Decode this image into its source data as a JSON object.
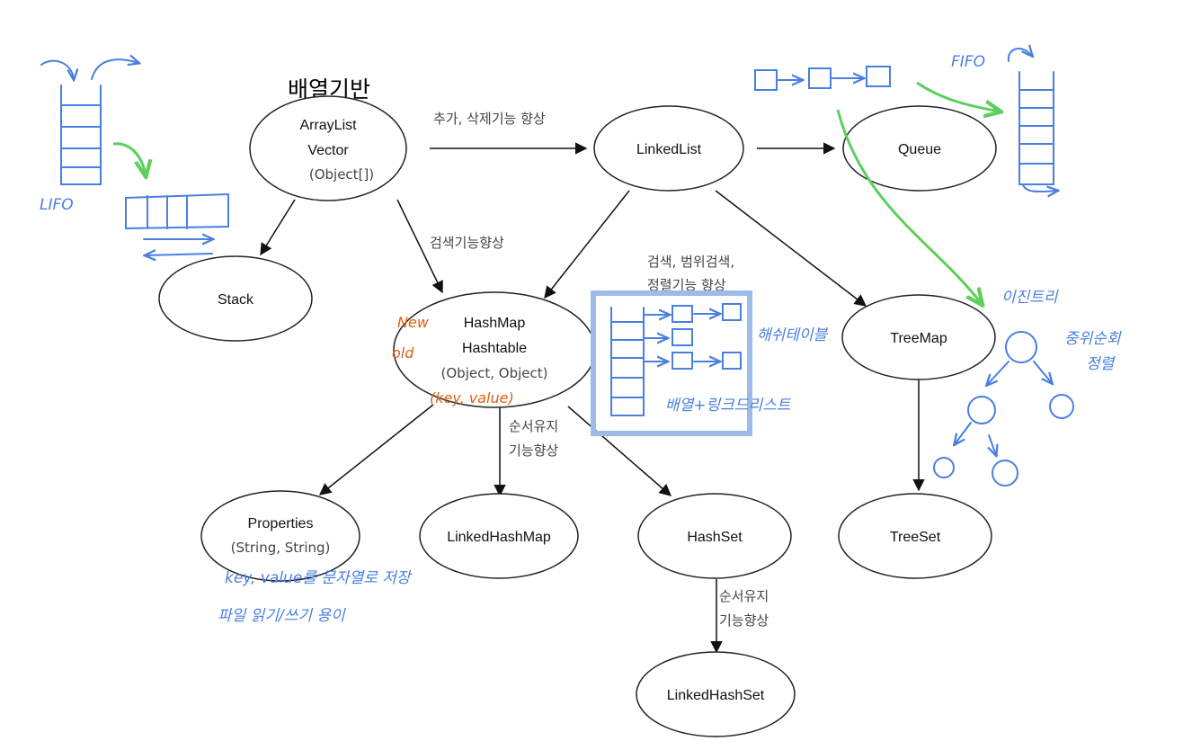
{
  "heading": "배열기반",
  "nodes": {
    "arraylist": {
      "line1": "ArrayList",
      "line2": "Vector",
      "line3": "(Object[])"
    },
    "linkedlist": {
      "label": "LinkedList"
    },
    "queue": {
      "label": "Queue"
    },
    "stack": {
      "label": "Stack"
    },
    "hashmap": {
      "line1": "HashMap",
      "line2": "Hashtable",
      "line3": "(Object, Object)"
    },
    "treemap": {
      "label": "TreeMap"
    },
    "properties": {
      "line1": "Properties",
      "line2": "(String, String)"
    },
    "linkedhashmap": {
      "label": "LinkedHashMap"
    },
    "hashset": {
      "label": "HashSet"
    },
    "treeset": {
      "label": "TreeSet"
    },
    "linkedhashset": {
      "label": "LinkedHashSet"
    }
  },
  "edge_labels": {
    "add_delete": "추가, 삭제기능 향상",
    "search": "검색기능향상",
    "range_line1": "검색, 범위검색,",
    "range_line2": "정렬기능 향상",
    "order1_line1": "순서유지",
    "order1_line2": "기능향상",
    "order2_line1": "순서유지",
    "order2_line2": "기능향상"
  },
  "annotations": {
    "lifo": "LIFO",
    "fifo": "FIFO",
    "new": "New",
    "old": "old",
    "key_value": "(key, value)",
    "hash_table": "해쉬테이블",
    "array_linked": "배열+링크드리스트",
    "binary_tree": "이진트리",
    "inorder_line1": "중위순회",
    "inorder_line2": "정렬",
    "props_note1": "key, value를 문자열로 저장",
    "props_note2": "파일 읽기/쓰기 용이"
  }
}
